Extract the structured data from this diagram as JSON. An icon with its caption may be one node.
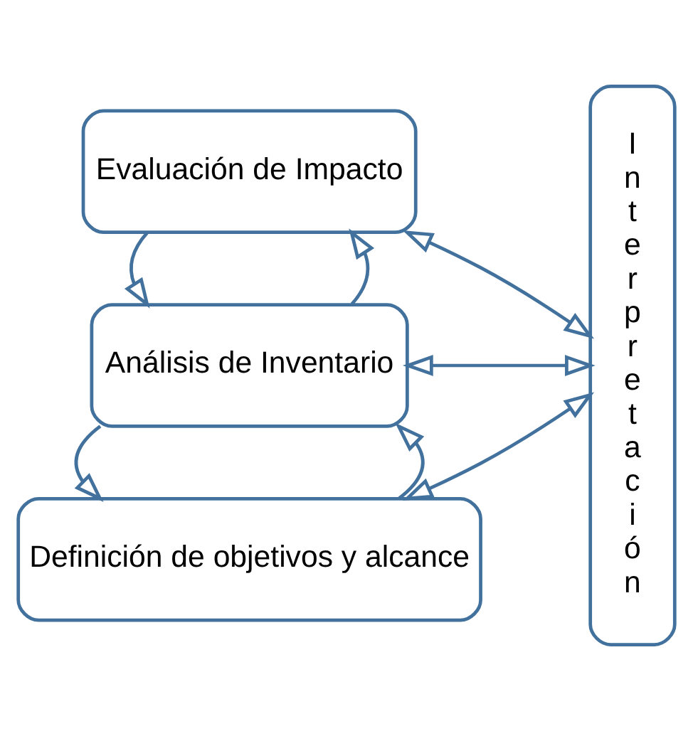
{
  "diagram": {
    "nodes": [
      {
        "text": [
          "Definición de objetivos y alcance"
        ]
      },
      {
        "text": [
          "Análisis de Inventario"
        ]
      },
      {
        "text": [
          "Evaluación de Impacto"
        ]
      },
      {
        "text": [
          "Interpretación"
        ]
      }
    ],
    "edges": [
      {
        "from": 0,
        "to": 1,
        "arrow": "to"
      },
      {
        "from": 1,
        "to": 0,
        "arrow": "to"
      },
      {
        "from": 1,
        "to": 2,
        "arrow": "to"
      },
      {
        "from": 2,
        "to": 1,
        "arrow": "to"
      },
      {
        "from": 0,
        "to": 3,
        "arrow": "both"
      },
      {
        "from": 1,
        "to": 3,
        "arrow": "both"
      },
      {
        "from": 2,
        "to": 3,
        "arrow": "both"
      }
    ]
  }
}
